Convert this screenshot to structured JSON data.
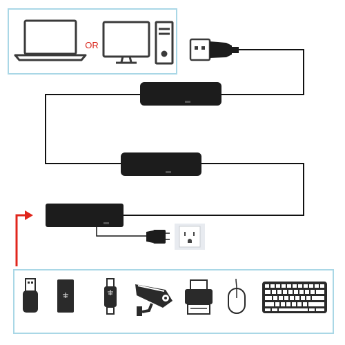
{
  "host_panel": {
    "or_label": "OR",
    "devices": [
      "laptop-icon",
      "desktop-monitor-icon",
      "pc-tower-icon"
    ]
  },
  "connector": "usb-a-plug-icon",
  "cable_segments": [
    "extension-box-1",
    "extension-box-2",
    "hub-box"
  ],
  "power": [
    "power-adapter-icon",
    "wall-outlet-icon"
  ],
  "peripherals": [
    "usb-flash-drive-icon",
    "external-hard-drive-icon",
    "usb-card-reader-icon",
    "security-camera-icon",
    "printer-icon",
    "mouse-icon",
    "keyboard-icon"
  ],
  "colors": {
    "panel_border": "#a9d7e6",
    "device_stroke": "#3a3a3a",
    "or_text": "#d9261c",
    "cable": "#111111",
    "box": "#1c1c1c",
    "arrow": "#e0261c",
    "outlet_bg": "#e8ebf0"
  }
}
